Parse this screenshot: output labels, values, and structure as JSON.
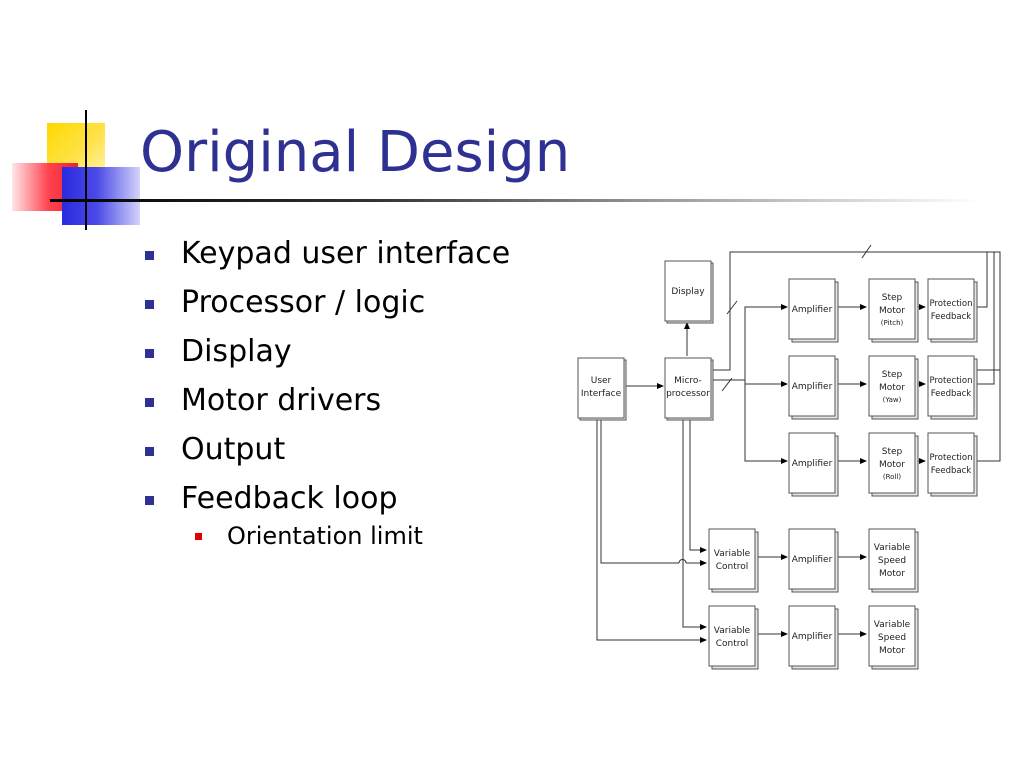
{
  "slide": {
    "title": "Original Design",
    "bullets": [
      "Keypad user interface",
      "Processor / logic",
      "Display",
      "Motor drivers",
      "Output",
      "Feedback loop"
    ],
    "sub_bullets": [
      "Orientation limit"
    ]
  },
  "diagram": {
    "display": "Display",
    "user_interface": [
      "User",
      "Interface"
    ],
    "microprocessor": [
      "Micro-",
      "processor"
    ],
    "amplifier": "Amplifier",
    "step_motor_pitch": [
      "Step",
      "Motor",
      "(Pitch)"
    ],
    "step_motor_yaw": [
      "Step",
      "Motor",
      "(Yaw)"
    ],
    "step_motor_roll": [
      "Step",
      "Motor",
      "(Roll)"
    ],
    "protection_feedback": [
      "Protection",
      "Feedback"
    ],
    "variable_control": [
      "Variable",
      "Control"
    ],
    "variable_speed_motor": [
      "Variable",
      "Speed",
      "Motor"
    ]
  },
  "colors": {
    "title": "#2e3192",
    "bullet": "#2e3192",
    "sub_bullet": "#e00000"
  }
}
